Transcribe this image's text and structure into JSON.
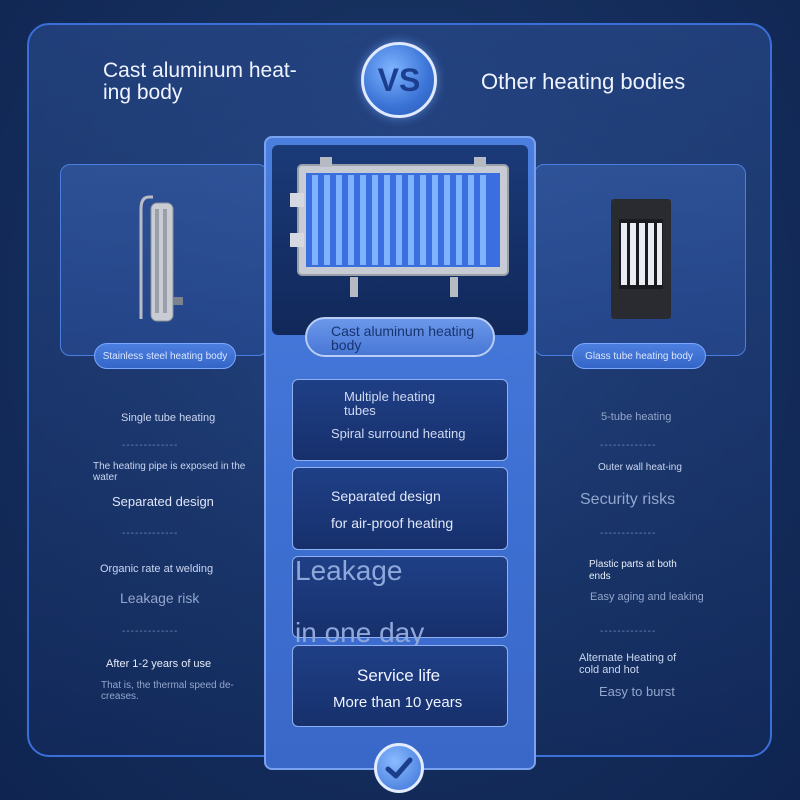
{
  "header": {
    "left_title": "Cast aluminum heat-ing body",
    "right_title": "Other heating bodies",
    "vs_label": "VS"
  },
  "left_panel": {
    "label": "Stainless steel heating body",
    "items": [
      "Single tube heating",
      "The heating pipe is exposed in the water",
      "Separated design",
      "Organic rate at welding",
      "Leakage risk",
      "After 1-2 years of use",
      "That is, the thermal speed de-creases."
    ]
  },
  "center_panel": {
    "label": "Cast aluminum heating body",
    "boxes": [
      {
        "line1": "Multiple heating tubes",
        "line2": "Spiral surround heating"
      },
      {
        "line1": "Separated design",
        "line2": "for air-proof heating"
      },
      {
        "line1": "Leakage",
        "line2": "in one day"
      },
      {
        "line1": "Service life",
        "line2": "More than 10 years"
      }
    ]
  },
  "right_panel": {
    "label": "Glass tube heating body",
    "items": [
      "5-tube heating",
      "Outer wall heat-ing",
      "Security risks",
      "Plastic parts at both ends",
      "Easy aging and leaking",
      "Alternate Heating of cold and hot",
      "Easy to burst"
    ]
  },
  "divider": "-------------",
  "icons": {
    "left_image": "stainless-steel-heater-icon",
    "center_image": "cast-aluminum-heater-icon",
    "right_image": "glass-tube-heater-icon",
    "bottom": "checkmark-icon"
  }
}
